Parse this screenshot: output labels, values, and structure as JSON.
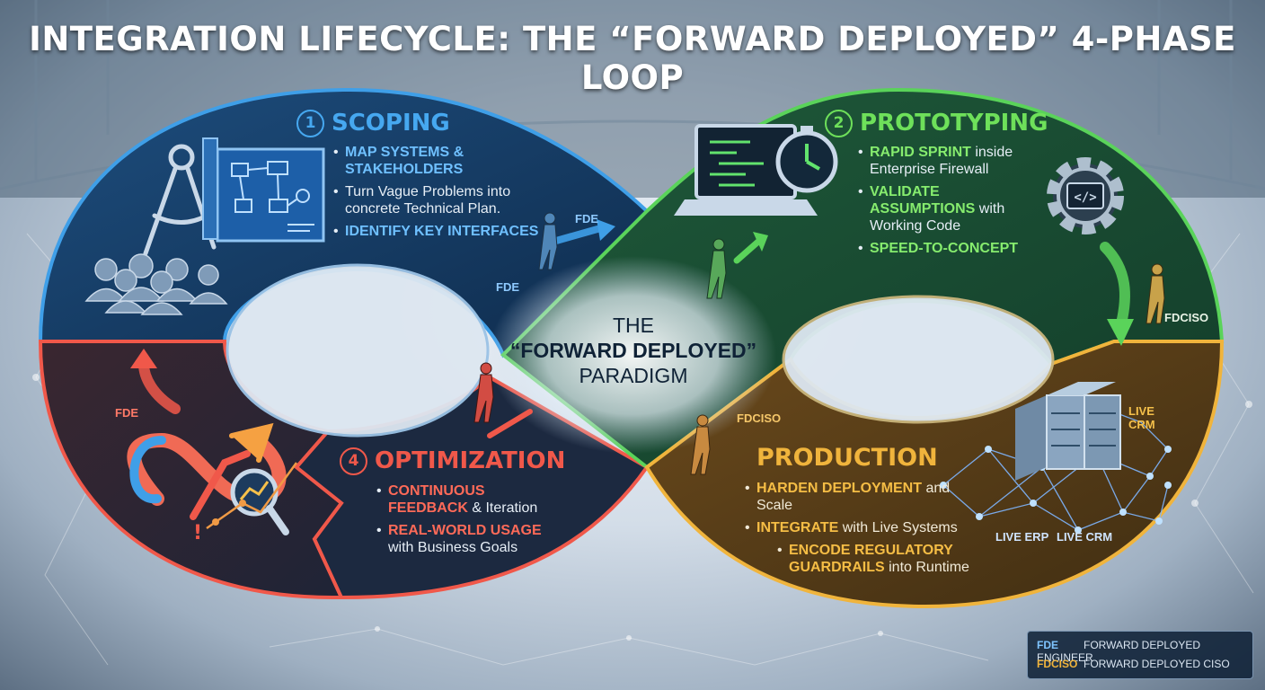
{
  "title": "INTEGRATION LIFECYCLE: THE “FORWARD DEPLOYED” 4-PHASE LOOP",
  "center": {
    "line1": "THE",
    "line2": "“FORWARD DEPLOYED”",
    "line3": "PARADIGM"
  },
  "phases": {
    "scoping": {
      "number": "1",
      "title": "SCOPING",
      "color": "#3f9fe8",
      "bullets": [
        {
          "strong": "MAP SYSTEMS & STAKEHOLDERS",
          "rest": ""
        },
        {
          "strong": "",
          "rest": "Turn Vague Problems into concrete Technical Plan."
        },
        {
          "strong": "IDENTIFY KEY INTERFACES",
          "rest": ""
        }
      ]
    },
    "prototyping": {
      "number": "2",
      "title": "PROTOTYPING",
      "color": "#6ee05a",
      "bullets": [
        {
          "strong": "RAPID SPRINT",
          "rest": " inside Enterprise Firewall"
        },
        {
          "strong": "VALIDATE ASSUMPTIONS",
          "rest": " with Working Code"
        },
        {
          "strong": "SPEED-TO-CONCEPT",
          "rest": ""
        }
      ]
    },
    "production": {
      "number": "",
      "title": "PRODUCTION",
      "color": "#f0b43c",
      "bullets": [
        {
          "strong": "HARDEN DEPLOYMENT",
          "rest": " and Scale"
        },
        {
          "strong": "INTEGRATE",
          "rest": " with Live Systems"
        },
        {
          "strong": "ENCODE REGULATORY GUARDRAILS",
          "rest": " into Runtime"
        }
      ]
    },
    "optimization": {
      "number": "4",
      "title": "OPTIMIZATION",
      "color": "#f0584a",
      "bullets": [
        {
          "strong": "CONTINUOUS FEEDBACK",
          "rest": " & Iteration"
        },
        {
          "strong": "REAL-WORLD USAGE",
          "rest": " with Business Goals"
        }
      ]
    }
  },
  "role_labels": {
    "fde_top": "FDE",
    "fde_mid": "FDE",
    "fde_left": "FDE",
    "fdciso_right": "FDCISO",
    "fdciso_bottom": "FDCISO",
    "live_crm_top": "LIVE CRM",
    "live_erp": "LIVE ERP",
    "live_crm_bottom": "LIVE CRM"
  },
  "legend": [
    {
      "abbr": "FDE",
      "text": "FORWARD DEPLOYED ENGINEER",
      "color": "#7fc4ff"
    },
    {
      "abbr": "FDCISO",
      "text": "FORWARD DEPLOYED CISO",
      "color": "#f0b43c"
    }
  ],
  "icons": [
    "compass-icon",
    "blueprint-icon",
    "people-icon",
    "laptop-code-icon",
    "stopwatch-icon",
    "gear-code-icon",
    "server-icon",
    "network-icon",
    "infinity-growth-icon",
    "magnifier-chart-icon",
    "person-icon"
  ]
}
